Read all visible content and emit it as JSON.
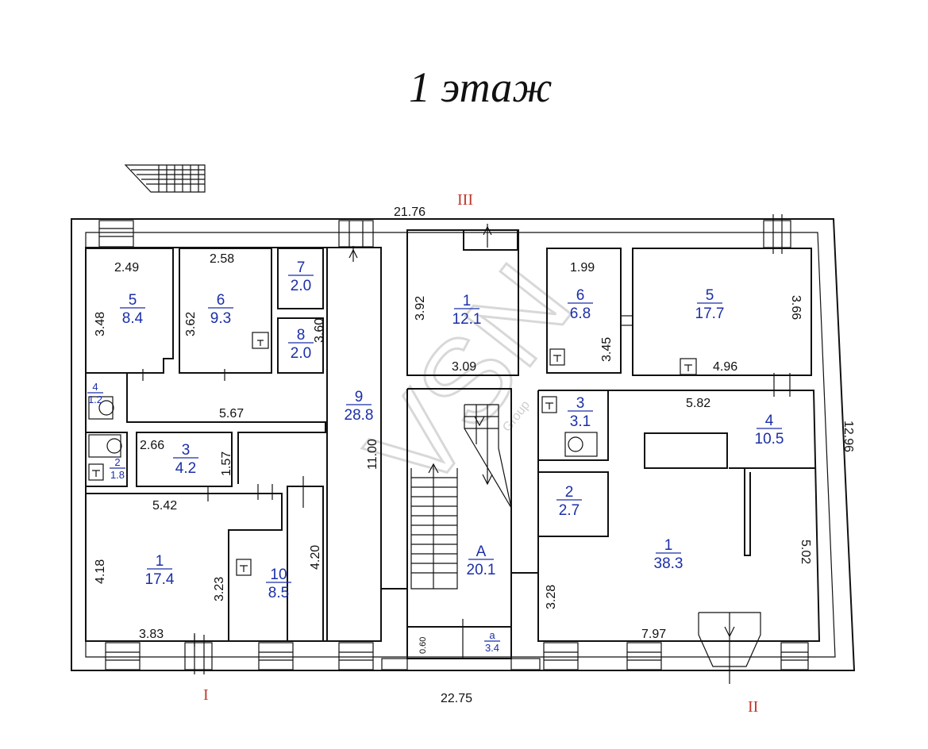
{
  "title": "1 этаж",
  "watermark": {
    "logo": "VSN",
    "sub": "Group"
  },
  "colors": {
    "room_label": "#1b2fa8",
    "section_mark": "#c0392b",
    "lines": "#111111"
  },
  "section_marks": [
    "I",
    "II",
    "III"
  ],
  "dimensions": {
    "top_total": "21.76",
    "bottom_total": "22.75",
    "right_total": "12.96",
    "mid_height": "11.00",
    "d_2_49": "2.49",
    "d_3_48": "3.48",
    "d_2_58": "2.58",
    "d_3_62": "3.62",
    "d_3_60": "3.60",
    "d_5_67": "5.67",
    "d_2_66": "2.66",
    "d_1_57": "1.57",
    "d_5_42": "5.42",
    "d_4_18": "4.18",
    "d_3_23": "3.23",
    "d_4_20": "4.20",
    "d_3_83": "3.83",
    "d_3_92": "3.92",
    "d_3_09": "3.09",
    "d_1_99": "1.99",
    "d_3_45": "3.45",
    "d_3_66": "3.66",
    "d_4_96": "4.96",
    "d_5_82": "5.82",
    "d_5_02": "5.02",
    "d_3_28": "3.28",
    "d_7_97": "7.97",
    "d_0_60": "0.60"
  },
  "rooms_left": [
    {
      "num": "5",
      "area": "8.4"
    },
    {
      "num": "6",
      "area": "9.3"
    },
    {
      "num": "7",
      "area": "2.0"
    },
    {
      "num": "8",
      "area": "2.0"
    },
    {
      "num": "9",
      "area": "28.8"
    },
    {
      "num": "4",
      "area": "1.2"
    },
    {
      "num": "3",
      "area": "4.2"
    },
    {
      "num": "2",
      "area": "1.8"
    },
    {
      "num": "1",
      "area": "17.4"
    },
    {
      "num": "10",
      "area": "8.5"
    }
  ],
  "rooms_middle": [
    {
      "num": "1",
      "area": "12.1"
    },
    {
      "num": "А",
      "area": "20.1"
    },
    {
      "num": "а",
      "area": "3.4"
    }
  ],
  "rooms_right": [
    {
      "num": "6",
      "area": "6.8"
    },
    {
      "num": "5",
      "area": "17.7"
    },
    {
      "num": "3",
      "area": "3.1"
    },
    {
      "num": "4",
      "area": "10.5"
    },
    {
      "num": "2",
      "area": "2.7"
    },
    {
      "num": "1",
      "area": "38.3"
    }
  ]
}
